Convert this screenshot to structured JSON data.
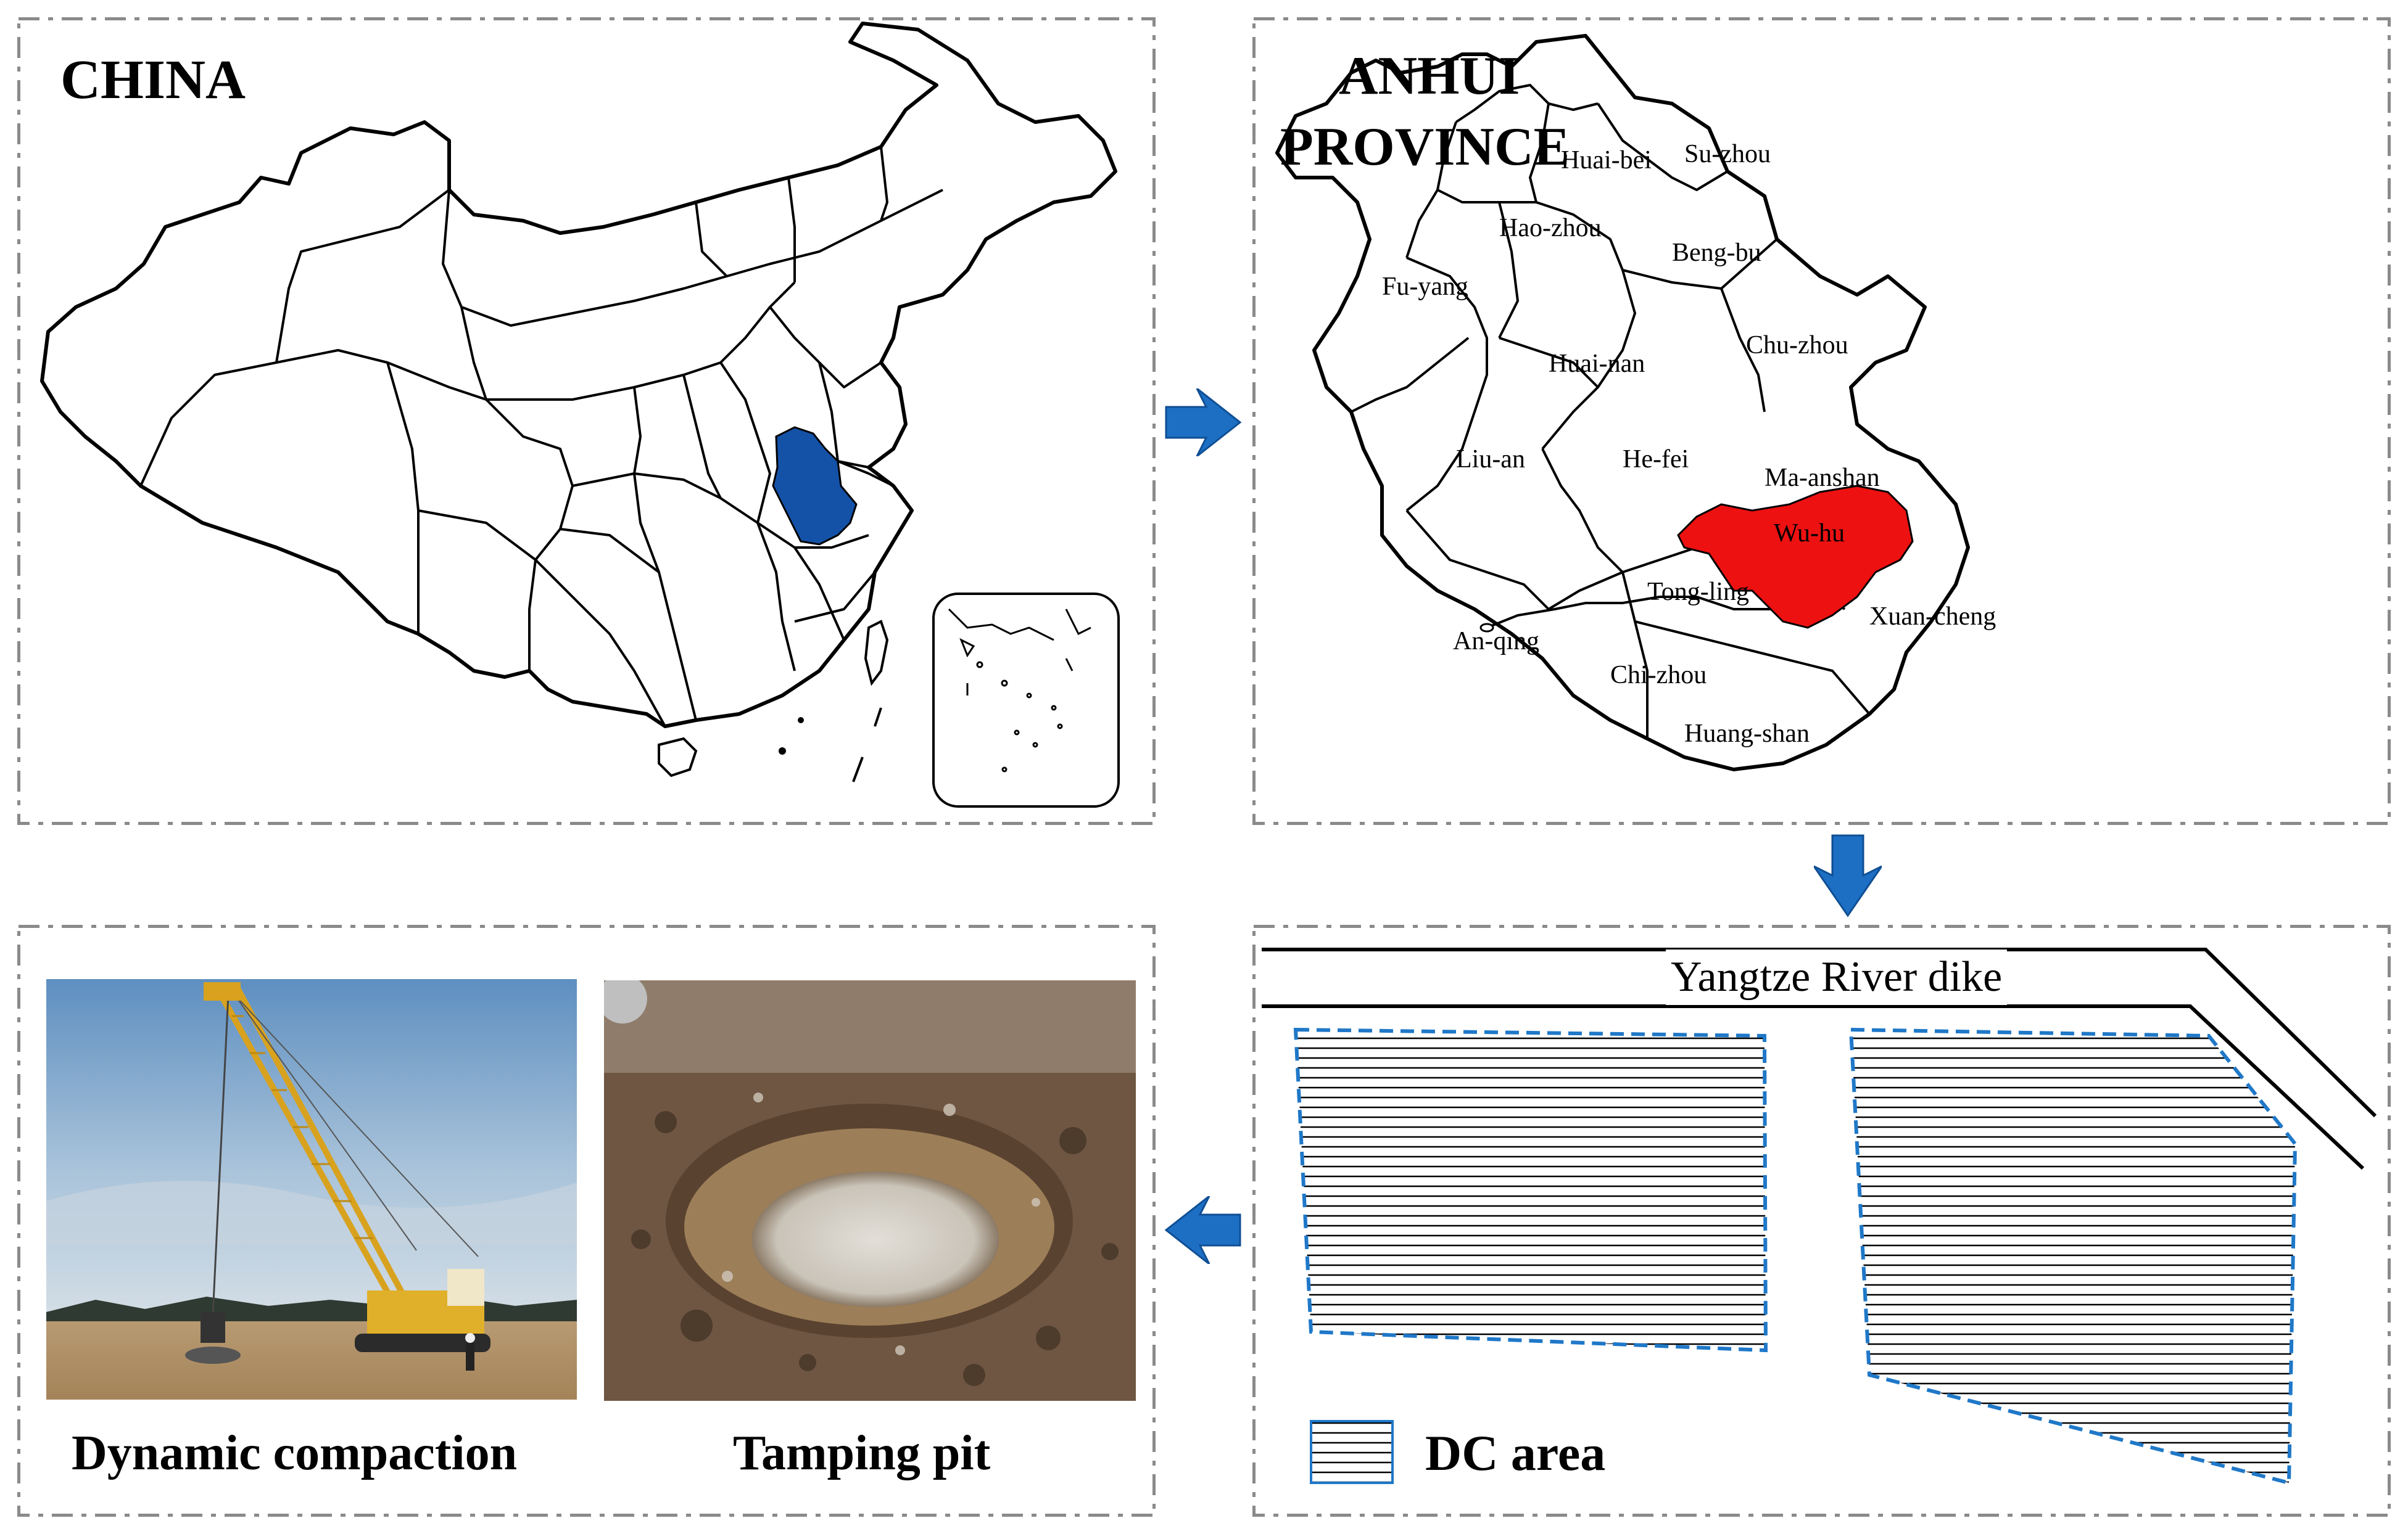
{
  "panels": {
    "china": {
      "title": "CHINA",
      "highlight_color": "#1452a8"
    },
    "anhui": {
      "title_line1": "ANHUI",
      "title_line2": "PROVINCE",
      "highlight_color": "#ee1111",
      "cities": {
        "huaibei": "Huai-bei",
        "suzhou": "Su-zhou",
        "haozhou": "Hao-zhou",
        "bengbu": "Beng-bu",
        "fuyang": "Fu-yang",
        "chuzhou": "Chu-zhou",
        "huainan": "Huai-nan",
        "liuan": "Liu-an",
        "hefei": "He-fei",
        "maanshan": "Ma-anshan",
        "wuhu": "Wu-hu",
        "tongling": "Tong-ling",
        "xuancheng": "Xuan-cheng",
        "anqing": "An-qing",
        "chizhou": "Chi-zhou",
        "huangshan": "Huang-shan"
      }
    },
    "site": {
      "dike_label": "Yangtze River dike",
      "legend_label": "DC area",
      "area_border_color": "#1f78c8"
    },
    "photos": {
      "left_caption": "Dynamic compaction",
      "right_caption": "Tamping pit"
    }
  },
  "colors": {
    "arrow": "#1d6fc4",
    "border": "#8a8a8a"
  }
}
